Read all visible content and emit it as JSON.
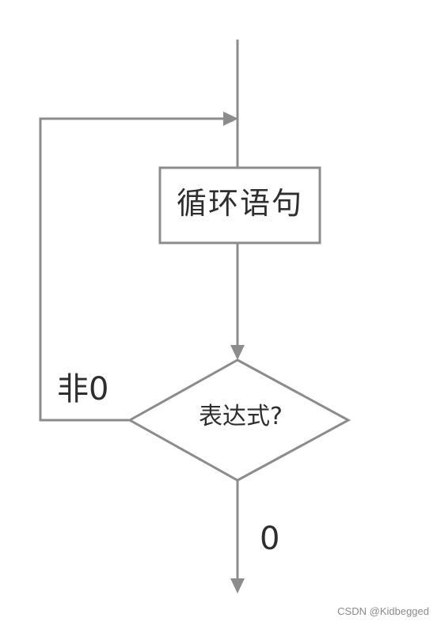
{
  "diagram": {
    "type": "flowchart",
    "process_box": {
      "label": "循环语句"
    },
    "decision": {
      "label": "表达式?"
    },
    "edges": {
      "loop_back_label": "非0",
      "exit_label": "0"
    },
    "colors": {
      "line": "#8c8c8c",
      "text": "#2e2e2e",
      "background": "#ffffff"
    }
  },
  "watermark": "CSDN @Kidbegged"
}
